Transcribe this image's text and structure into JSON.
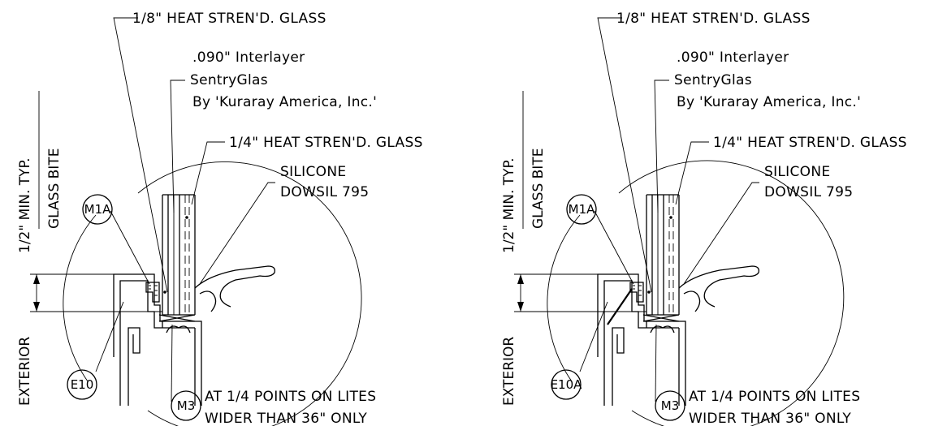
{
  "details": [
    {
      "outer_glass": "1/8\" HEAT STREN'D. GLASS",
      "interlayer_1": ".090\" Interlayer",
      "interlayer_2": "SentryGlas",
      "interlayer_3": "By 'Kuraray America, Inc.'",
      "inner_glass": "1/4\" HEAT STREN'D. GLASS",
      "silicone_1": "SILICONE",
      "silicone_2": "DOWSIL 795",
      "bite_1": "1/2\" MIN. TYP.",
      "bite_2": "GLASS BITE",
      "exterior": "EXTERIOR",
      "tag_gasket": "M1A",
      "tag_frame": "E10",
      "tag_block": "M3",
      "note_1": "AT 1/4 POINTS ON LITES",
      "note_2": "WIDER THAN 36\" ONLY"
    },
    {
      "outer_glass": "1/8\" HEAT STREN'D. GLASS",
      "interlayer_1": ".090\" Interlayer",
      "interlayer_2": "SentryGlas",
      "interlayer_3": "By 'Kuraray America, Inc.'",
      "inner_glass": "1/4\" HEAT STREN'D. GLASS",
      "silicone_1": "SILICONE",
      "silicone_2": "DOWSIL 795",
      "bite_1": "1/2\" MIN. TYP.",
      "bite_2": "GLASS BITE",
      "exterior": "EXTERIOR",
      "tag_gasket": "M1A",
      "tag_frame": "E10A",
      "tag_block": "M3",
      "note_1": "AT 1/4 POINTS ON LITES",
      "note_2": "WIDER THAN 36\" ONLY"
    }
  ]
}
